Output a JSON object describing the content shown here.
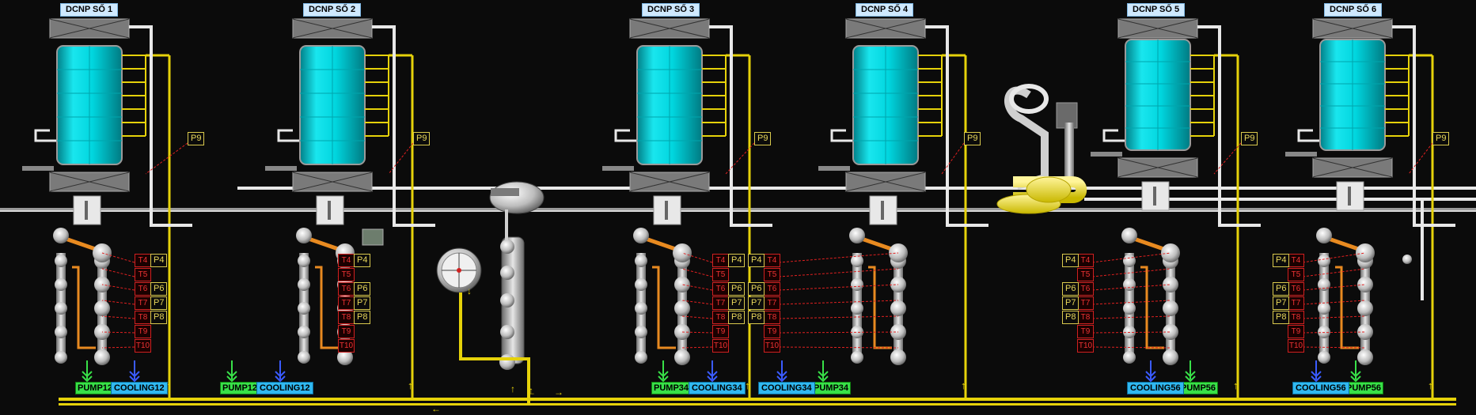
{
  "units": [
    {
      "title": "DCNP SỐ 1",
      "pump": "PUMP12",
      "cooling": "COOLING12"
    },
    {
      "title": "DCNP SỐ 2",
      "pump": "PUMP12",
      "cooling": "COOLING12"
    },
    {
      "title": "DCNP SỐ 3",
      "pump": "PUMP34",
      "cooling": "COOLING34"
    },
    {
      "title": "DCNP SỐ 4",
      "pump": "PUMP34",
      "cooling": "COOLING34"
    },
    {
      "title": "DCNP SỐ 5",
      "pump": "PUMP56",
      "cooling": "COOLING56"
    },
    {
      "title": "DCNP SỐ 6",
      "pump": "PUMP56",
      "cooling": "COOLING56"
    }
  ],
  "tags": {
    "p9": "P9",
    "p4": "P4",
    "p6": "P6",
    "p7": "P7",
    "p8": "P8",
    "t4": "T4",
    "t5": "T5",
    "t6": "T6",
    "t7": "T7",
    "t8": "T8",
    "t9": "T9",
    "t10": "T10"
  },
  "colors": {
    "background": "#0b0b0b",
    "tank": "#00d8e0",
    "pipe_yellow": "#e6d20a",
    "pipe_white": "#e8e8e8",
    "pipe_orange": "#e88a20",
    "alarm_red": "#e02020"
  }
}
